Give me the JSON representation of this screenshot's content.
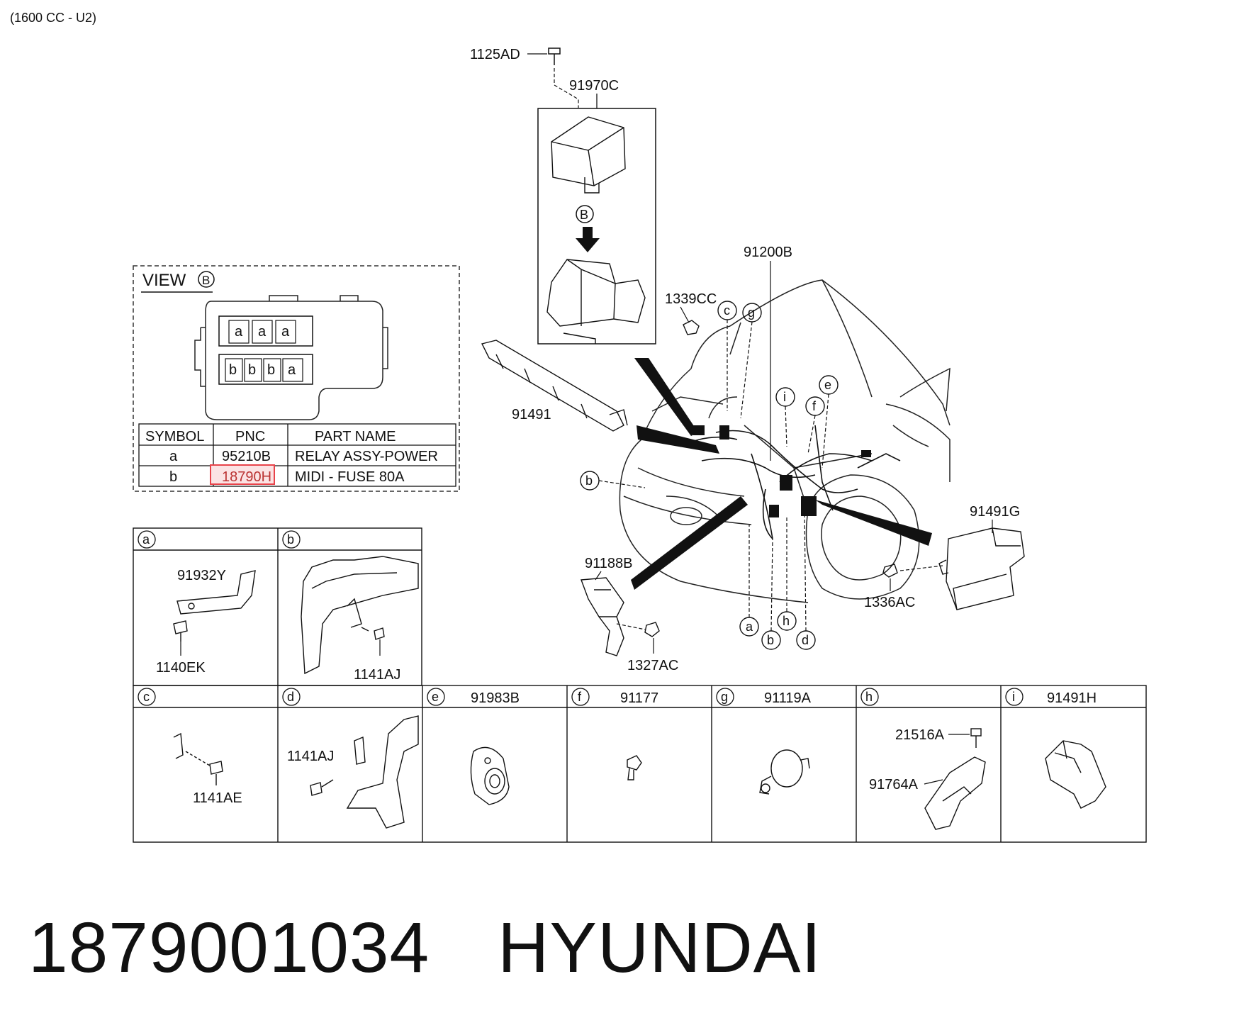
{
  "header": {
    "engine_note": "(1600 CC - U2)"
  },
  "view_b": {
    "title": "VIEW",
    "view_symbol": "B",
    "slots_top": [
      "a",
      "a",
      "a"
    ],
    "slots_bottom": [
      "b",
      "b",
      "b",
      "a"
    ],
    "table": {
      "headers": [
        "SYMBOL",
        "PNC",
        "PART NAME"
      ],
      "rows": [
        {
          "symbol": "a",
          "pnc": "95210B",
          "part_name": "RELAY ASSY-POWER"
        },
        {
          "symbol": "b",
          "pnc": "18790H",
          "part_name": "MIDI - FUSE 80A"
        }
      ],
      "highlight_color": "#e8434a"
    }
  },
  "main_labels": {
    "bolt_top": "1125AD",
    "cover": "91970C",
    "view_marker": "B",
    "main_harness": "91200B",
    "nut": "1339CC",
    "bracket_left": "91491",
    "harness_right": "91491G",
    "nut_right": "1336AC",
    "bracket_low": "91188B",
    "nut_low": "1327AC"
  },
  "callouts": [
    "c",
    "g",
    "i",
    "f",
    "e",
    "b",
    "a",
    "b",
    "h",
    "d"
  ],
  "detail_cells_top": [
    {
      "letter": "a",
      "part": "",
      "labels": [
        "91932Y",
        "1140EK"
      ]
    },
    {
      "letter": "b",
      "part": "",
      "labels": [
        "1141AJ"
      ]
    }
  ],
  "detail_cells_bottom": [
    {
      "letter": "c",
      "part": "",
      "labels": [
        "1141AE"
      ]
    },
    {
      "letter": "d",
      "part": "",
      "labels": [
        "1141AJ"
      ]
    },
    {
      "letter": "e",
      "part": "91983B",
      "labels": []
    },
    {
      "letter": "f",
      "part": "91177",
      "labels": []
    },
    {
      "letter": "g",
      "part": "91119A",
      "labels": []
    },
    {
      "letter": "h",
      "part": "",
      "labels": [
        "21516A",
        "91764A"
      ]
    },
    {
      "letter": "i",
      "part": "91491H",
      "labels": []
    }
  ],
  "caption": {
    "part_number": "1879001034",
    "brand": "HYUNDAI"
  }
}
